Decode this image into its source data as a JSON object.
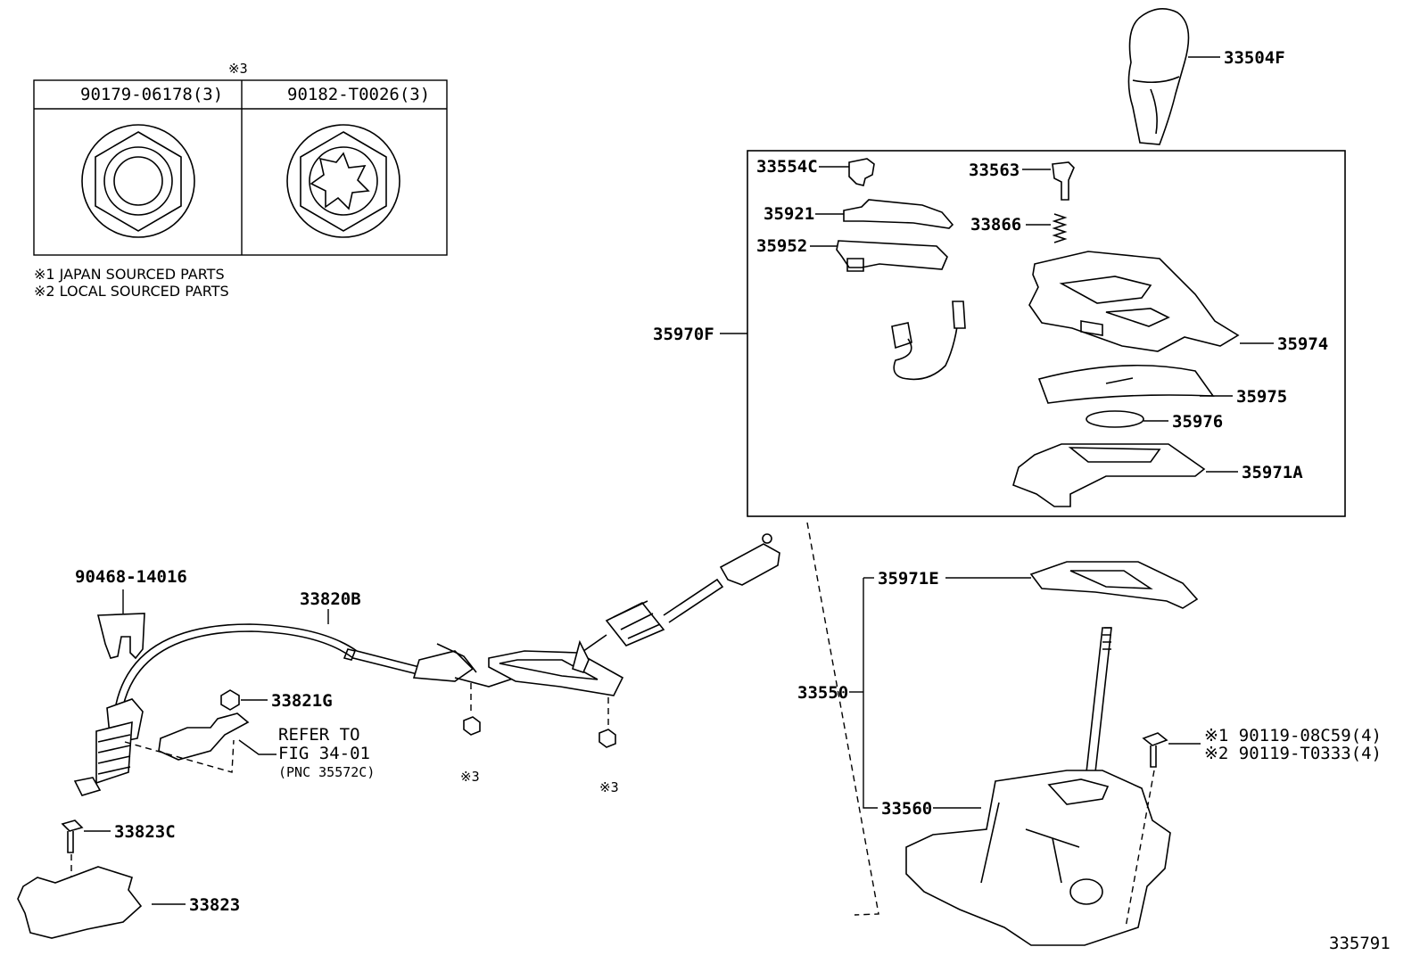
{
  "table": {
    "header_mark": "※3",
    "col1": "90179-06178(3)",
    "col2": "90182-T0026(3)"
  },
  "notes": {
    "n1": "※1  JAPAN SOURCED PARTS",
    "n2": "※2  LOCAL SOURCED PARTS"
  },
  "parts": {
    "p33504F": "33504F",
    "p33554C": "33554C",
    "p33563": "33563",
    "p35921": "35921",
    "p33866": "33866",
    "p35952": "35952",
    "p35970F": "35970F",
    "p35974": "35974",
    "p35975": "35975",
    "p35976": "35976",
    "p35971A": "35971A",
    "p90468": "90468-14016",
    "p33820B": "33820B",
    "p35971E": "35971E",
    "p33550": "33550",
    "p33821G": "33821G",
    "p33560": "33560",
    "p33823C": "33823C",
    "p33823": "33823",
    "bolt1": "※1 90119-08C59(4)",
    "bolt2": "※2 90119-T0333(4)",
    "mark3a": "※3",
    "mark3b": "※3"
  },
  "refer": {
    "line1": "REFER TO",
    "line2": "FIG 34-01",
    "line3": "(PNC 35572C)"
  },
  "figure_id": "335791"
}
